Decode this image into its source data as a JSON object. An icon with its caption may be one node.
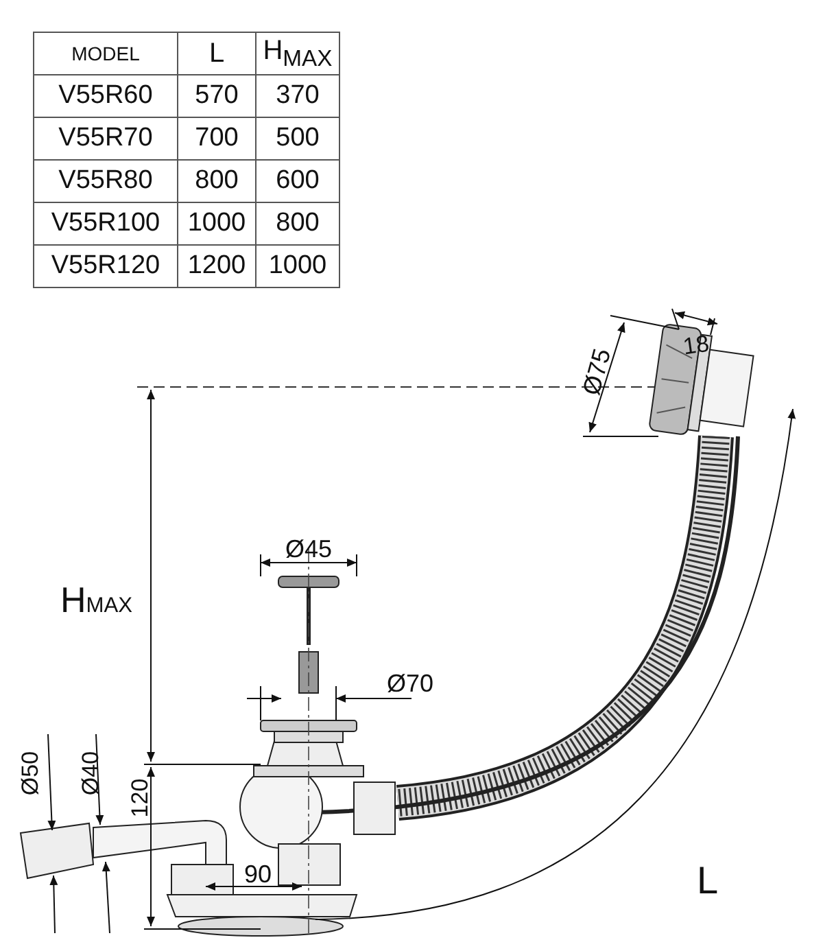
{
  "diagram": {
    "labels": [
      "MODEL",
      "L",
      "H$_{MAX}$",
      "V55R60",
      "570",
      "370",
      "V55R70",
      "700",
      "500",
      "V55R80",
      "800",
      "600",
      "V55R100",
      "1000",
      "800",
      "V55R120",
      "1200",
      "1000",
      "18",
      "Ø75",
      "Ø45",
      "H$_{MAX}$",
      "Ø70",
      "Ø50",
      "Ø40",
      "120",
      "90",
      "L"
    ]
  }
}
